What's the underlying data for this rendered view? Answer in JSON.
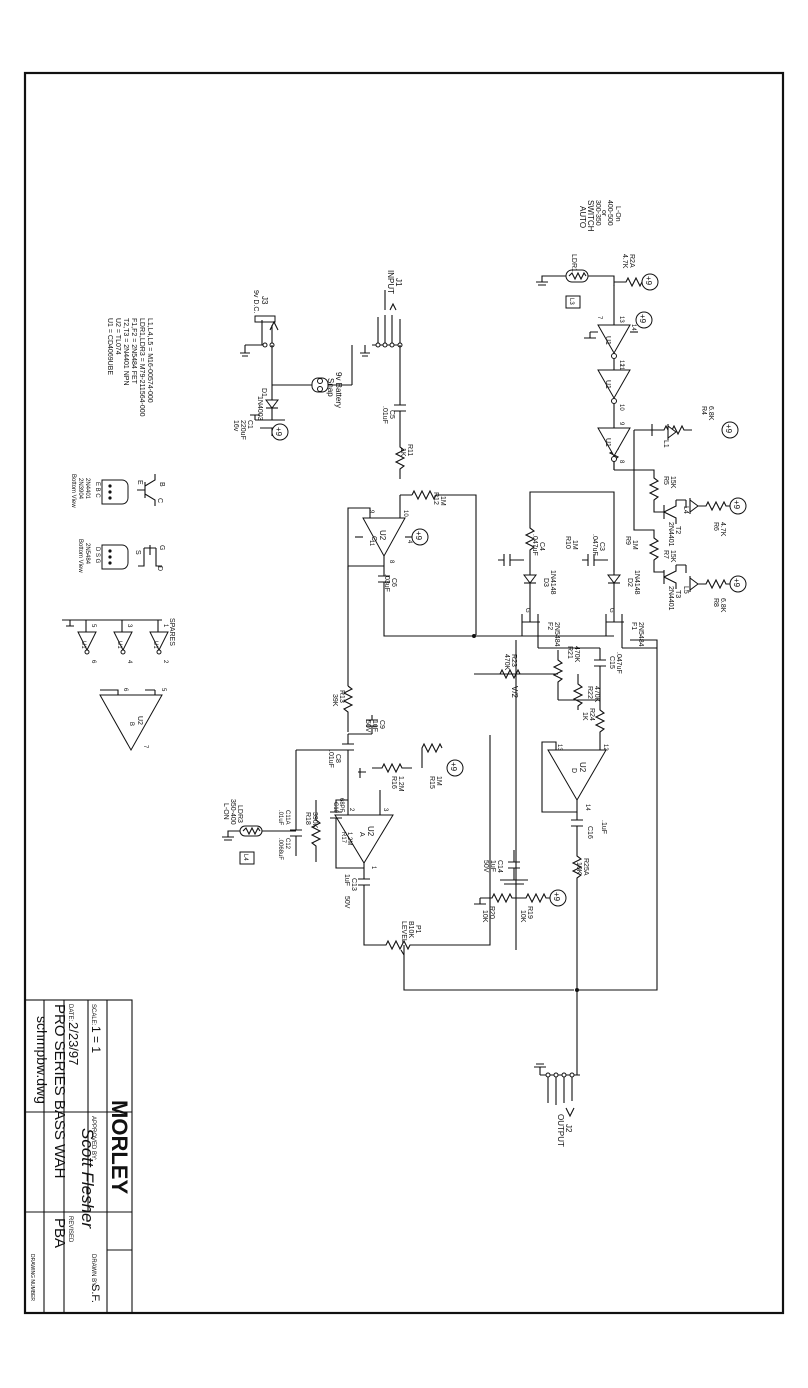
{
  "title_block": {
    "logo": "MORLEY",
    "scale_label": "SCALE:",
    "scale": "1 = 1",
    "date_label": "DATE:",
    "date": "2/23/97",
    "approved_label": "APPROVED BY:",
    "approved_by": "Scott Flesher",
    "drawn_label": "DRAWN BY:",
    "drawn_by": "S.F.",
    "revised_label": "REVISED",
    "project": "PRO SERIES BASS WAH",
    "board": "PBA",
    "filename": "schmpbw.dwg",
    "drawing_number_label": "DRAWING NUMBER"
  },
  "notes": {
    "legend": [
      "U1 = CD4069UBE",
      "U2 = TL074",
      "T2,T3 = 2N4401 NPN",
      "F1,F2 = 2N5484 FET",
      "LDR1,LDR3 = M79-211564-000",
      "L1,L4,L5 = M16-00574-000"
    ],
    "npn_pinout": {
      "pins": "E B C",
      "parts": [
        "2N4401",
        "2N3904"
      ],
      "view": "Bottom View",
      "symbol_pins": [
        "B",
        "C",
        "E"
      ]
    },
    "fet_pinout": {
      "pins": "D S G",
      "part": "2N5484",
      "view": "Bottom View",
      "symbol_pins": [
        "G",
        "D",
        "S"
      ]
    },
    "spares": {
      "label": "SPARES",
      "gates": [
        {
          "name": "U1",
          "in": "5",
          "out": "6"
        },
        {
          "name": "U1",
          "in": "3",
          "out": "4"
        },
        {
          "name": "U1",
          "in": "1",
          "out": "2"
        }
      ],
      "opamp": {
        "name": "U2",
        "unit": "B",
        "pins": [
          "6",
          "5",
          "7"
        ]
      }
    }
  },
  "jacks": {
    "j3": {
      "ref": "J3",
      "label": "9v D.C."
    },
    "j1": {
      "ref": "J1",
      "label": "INPUT"
    },
    "j2": {
      "ref": "J2",
      "label": "OUTPUT"
    },
    "battery": {
      "label": "9v Battery",
      "sub": "Snap"
    }
  },
  "supply": "+9",
  "components": {
    "d1": {
      "ref": "D1",
      "value": "1N4003"
    },
    "c1": {
      "ref": "C1",
      "value": "220uF",
      "rating": "16v"
    },
    "c5": {
      "ref": "C5",
      "value": ".01uF"
    },
    "r11": {
      "ref": "R11",
      "value": "1K"
    },
    "r12": {
      "ref": "R12",
      "value": "1M"
    },
    "u2c": {
      "ref": "U2",
      "unit": "C",
      "pins": [
        "9",
        "10",
        "8",
        "4",
        "11"
      ]
    },
    "c6": {
      "ref": "C6",
      "value": ".03uF"
    },
    "r13": {
      "ref": "R13",
      "value": "39K"
    },
    "c8": {
      "ref": "C8",
      "value": ".01uF"
    },
    "c9": {
      "ref": "C9",
      "value": "1uF",
      "rating": "50V"
    },
    "r16": {
      "ref": "R16",
      "value": "1.2M"
    },
    "r15": {
      "ref": "R15",
      "value": "1M"
    },
    "c10": {
      "ref": "C10",
      "value": "68PF"
    },
    "r17": {
      "ref": "R17",
      "value": "1.2M"
    },
    "r18": {
      "ref": "R18",
      "value": "390K"
    },
    "c11a": {
      "ref": "C11A",
      "value": ".01uF"
    },
    "c12": {
      "ref": "C12",
      "value": ".0068uF"
    },
    "ldr3": {
      "ref": "LDR3",
      "value": "350-400",
      "note": "L-ON"
    },
    "l4": {
      "ref": "L4"
    },
    "u2a": {
      "ref": "U2",
      "unit": "A",
      "pins": [
        "2",
        "3",
        "1"
      ]
    },
    "c13": {
      "ref": "C13",
      "value": "1uF",
      "rating": "50V"
    },
    "p1": {
      "ref": "P1",
      "value": "B10K",
      "label": "LEVEL"
    },
    "c14": {
      "ref": "C14",
      "value": "1uF",
      "rating": "50V"
    },
    "r20": {
      "ref": "R20",
      "value": "10K"
    },
    "r19": {
      "ref": "R19",
      "value": "10K"
    },
    "r25a": {
      "ref": "R25A",
      "value": "10K"
    },
    "c16": {
      "ref": "C16",
      "value": ".1uF"
    },
    "u2d": {
      "ref": "U2",
      "unit": "D",
      "pins": [
        "13",
        "12",
        "14"
      ]
    },
    "r24": {
      "ref": "R24",
      "value": "1K"
    },
    "r22": {
      "ref": "R22",
      "value": "470K"
    },
    "c15": {
      "ref": "C15",
      "value": ".047uF"
    },
    "r21": {
      "ref": "R21",
      "value": "470K"
    },
    "r23": {
      "ref": "R23",
      "value": "470K"
    },
    "vhalf": "V/2",
    "f1": {
      "ref": "F1",
      "value": "2N5484"
    },
    "f2": {
      "ref": "F2",
      "value": "2N5484"
    },
    "d2": {
      "ref": "D2",
      "value": "1N4148"
    },
    "d3": {
      "ref": "D3",
      "value": "1N4148"
    },
    "c3": {
      "ref": "C3",
      "value": ".047uF"
    },
    "c4": {
      "ref": "C4",
      "value": ".047uF"
    },
    "r9": {
      "ref": "R9",
      "value": "1M"
    },
    "r10": {
      "ref": "R10",
      "value": "1M"
    },
    "r5": {
      "ref": "R5",
      "value": "15K"
    },
    "r7": {
      "ref": "R7",
      "value": "15K"
    },
    "t2": {
      "ref": "T2",
      "value": "2N4401"
    },
    "t3": {
      "ref": "T3",
      "value": "2N4401"
    },
    "r4": {
      "ref": "R4",
      "value": "6.8K"
    },
    "r6": {
      "ref": "R6",
      "value": "4.7K"
    },
    "r8": {
      "ref": "R8",
      "value": "6.8K"
    },
    "l1": {
      "ref": "L1"
    },
    "l5": {
      "ref": "L5"
    },
    "ldr1": {
      "ref": "LDR1"
    },
    "r2a": {
      "ref": "R2A",
      "value": "4.7K"
    },
    "l3": {
      "ref": "L3"
    },
    "auto_switch": {
      "title": "AUTO",
      "sub": "SWITCH",
      "range1": "300-350",
      "or": "or",
      "range2": "400-500",
      "note": "L-On"
    },
    "u1_gates": [
      {
        "ref": "U1",
        "in": "13",
        "out": "12",
        "pwr": "14",
        "gnd": "7"
      },
      {
        "ref": "U1",
        "in": "11",
        "out": "10"
      },
      {
        "ref": "U1",
        "in": "9",
        "out": "8"
      }
    ]
  }
}
